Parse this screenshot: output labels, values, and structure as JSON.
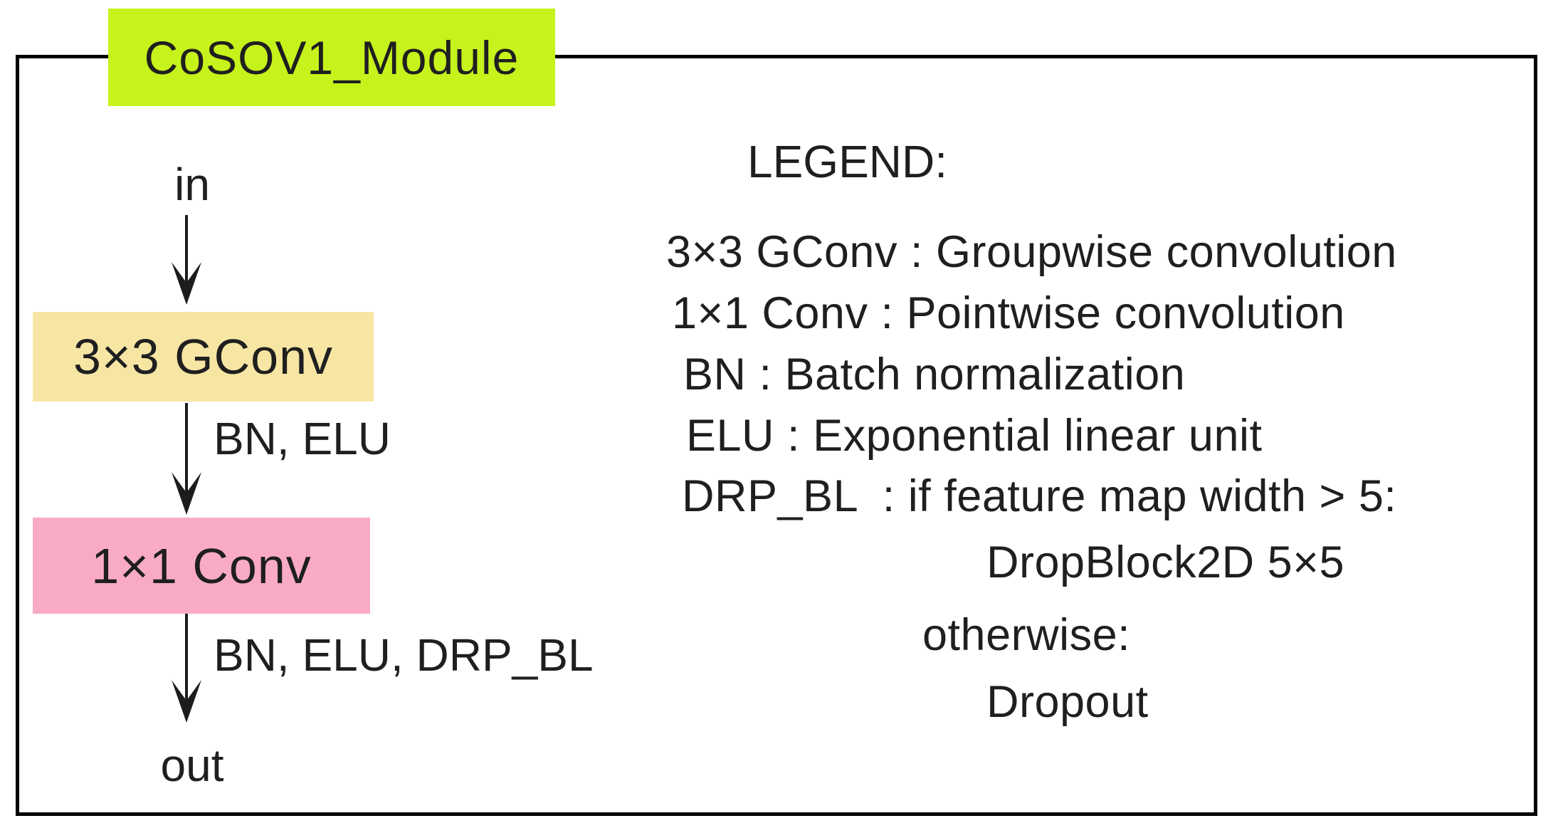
{
  "figure": {
    "title": "CoSOV1_Module"
  },
  "colors": {
    "title_bg": "#c6f31c",
    "gconv_bg": "#f7e5a4",
    "conv_bg": "#f9abc6",
    "frame_border": "#000000",
    "text": "#1f1f1f"
  },
  "flowchart": {
    "input_label": "in",
    "gconv_label": "3×3 GConv",
    "edge1_label": "BN, ELU",
    "conv_label": "1×1 Conv",
    "edge2_label": "BN, ELU, DRP_BL",
    "output_label": "out"
  },
  "legend": {
    "heading": "LEGEND:",
    "lines": [
      "3×3 GConv : Groupwise convolution",
      "1×1 Conv : Pointwise convolution",
      "BN : Batch normalization",
      "ELU : Exponential linear unit",
      "DRP_BL  : if feature map width > 5:",
      "DropBlock2D 5×5",
      "otherwise:",
      "Dropout"
    ]
  }
}
